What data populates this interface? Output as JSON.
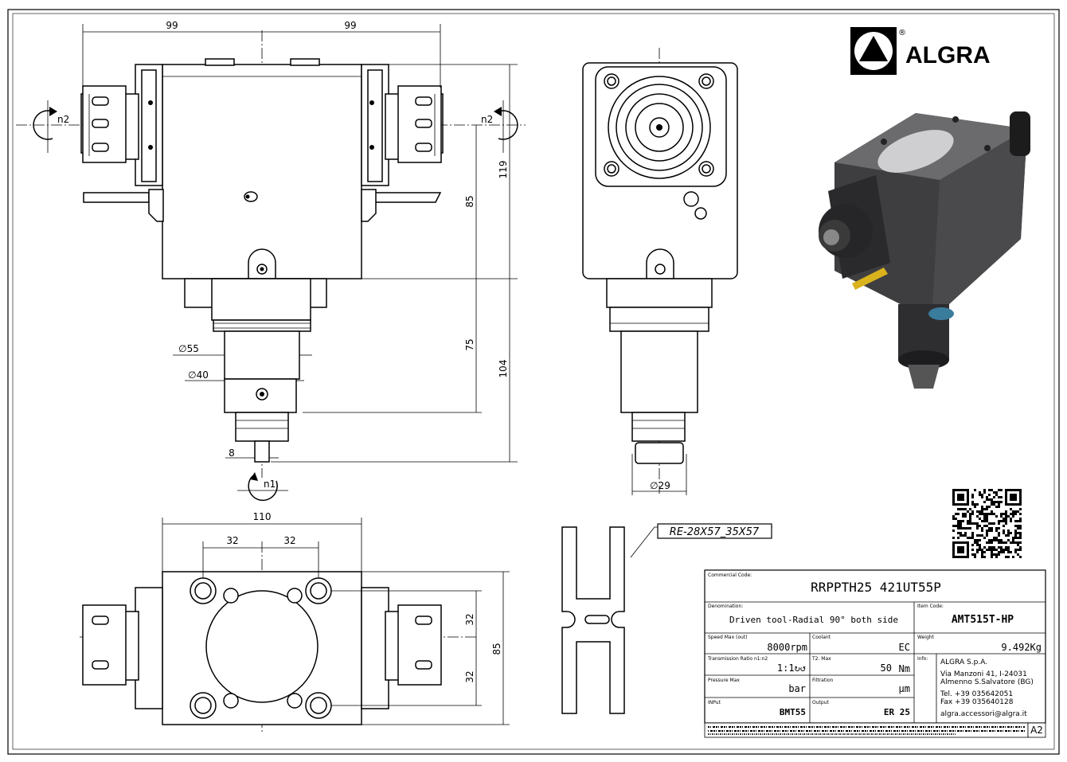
{
  "brand": {
    "name": "ALGRA",
    "registered": "®"
  },
  "sheet_size": "A2",
  "views": {
    "front": {
      "dim_left_width": "99",
      "dim_right_width": "99",
      "dim_height_119": "119",
      "dim_height_85": "85",
      "dim_height_75": "75",
      "dim_height_104": "104",
      "dim_dia_55": "∅55",
      "dim_dia_40": "∅40",
      "dim_key_8": "8",
      "rotation_left": "n2",
      "rotation_right": "n2",
      "rotation_bottom": "n1"
    },
    "side": {
      "dim_dia_29": "∅29"
    },
    "top": {
      "dim_width_110": "110",
      "dim_spacing_left": "32",
      "dim_spacing_right": "32",
      "dim_vert_upper": "32",
      "dim_vert_lower": "32",
      "dim_height_85": "85"
    },
    "coupling": {
      "callout": "RE-28X57_35X57"
    }
  },
  "title_block": {
    "commercial_code_label": "Commercial Code:",
    "commercial_code": "RRPPTH25 421UT55P",
    "denomination_label": "Denomination:",
    "denomination": "Driven tool-Radial 90° both side",
    "item_code_label": "Item Code:",
    "item_code": "AMT515T-HP",
    "speed_label": "Speed Max (out)",
    "speed": "8000rpm",
    "coolant_label": "Coolant",
    "coolant": "EC",
    "weight_label": "Weight",
    "weight": "9.492Kg",
    "ratio_label": "Transmission Ratio n1:n2",
    "ratio": "1:1↻↺",
    "torque_label": "T2. Max",
    "torque": "50",
    "torque_unit": "Nm",
    "info_label": "Info:",
    "pressure_label": "Pressure Max",
    "pressure_unit": "bar",
    "filtration_label": "Filtration",
    "filtration_unit": "μm",
    "input_label": "INPut",
    "input": "BMT55",
    "output_label": "Output",
    "output": "ER 25",
    "company": "ALGRA S.p.A.",
    "address1": "Via Manzoni 41, I-24031",
    "address2": "Almenno S.Salvatore (BG)",
    "tel": "Tel. +39 035642051",
    "fax": "Fax +39 035640128",
    "email": "algra.accessori@algra.it"
  }
}
